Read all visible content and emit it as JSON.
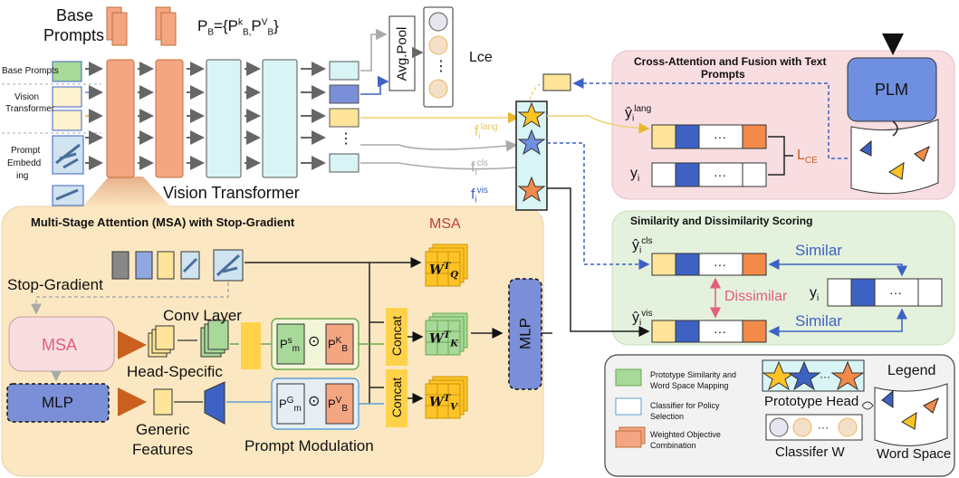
{
  "top": {
    "base_prompts_title_line1": "Base",
    "base_prompts_title_line2": "Prompts",
    "pb_formula": "PB={PkB,PVB}",
    "pb_p": "P",
    "pb_sub_b": "B",
    "pb_eq": "={P",
    "pb_sup_k": "k",
    "pb_sub_b2": "B,",
    "pb_p2": "P",
    "pb_sup_v": "V",
    "pb_sub_b3": "B",
    "pb_close": "}",
    "row_base_prompts": "Base Prompts",
    "row_vision_transformer_line1": "Vision",
    "row_vision_transformer_line2": "Transformer",
    "row_prompt_embedding_line1": "Prompt",
    "row_prompt_embedding_line2": "Embedd",
    "row_prompt_embedding_line3": "ing",
    "vit_label": "Vision Transformer",
    "avg_pool": "Avg.Pool",
    "lce": "Lce",
    "dots": "⋮",
    "f_lang": "f",
    "f_lang_sub": "i",
    "f_lang_sup": "lang",
    "f_cls": "f",
    "f_cls_sub": "i",
    "f_cls_sup": "cls",
    "f_vis": "f",
    "f_vis_sub": "i",
    "f_vis_sup": "vis"
  },
  "cross_attention": {
    "title_line1": "Cross-Attention and Fusion with Text",
    "title_line2": "Prompts",
    "plm": "PLM",
    "yhat_lang": "ŷ",
    "yhat_lang_sub": "i",
    "yhat_lang_sup": "lang",
    "y_i": "y",
    "y_i_sub": "i",
    "lce_label": "L",
    "lce_sub": "CE",
    "ellipsis": "···"
  },
  "similarity": {
    "title": "Similarity and Dissimilarity Scoring",
    "yhat_cls": "ŷ",
    "yhat_cls_sub": "i",
    "yhat_cls_sup": "cls",
    "yhat_vis": "ŷ",
    "yhat_vis_sub": "i",
    "yhat_vis_sup": "vis",
    "y_i": "y",
    "y_i_sub": "i",
    "similar_top": "Similar",
    "similar_bottom": "Similar",
    "dissimilar": "Dissimilar",
    "ellipsis": "···"
  },
  "msa": {
    "title": "Multi-Stage Attention (MSA) with Stop-Gradient",
    "msa_tag": "MSA",
    "stop_gradient": "Stop-Gradient",
    "msa_box": "MSA",
    "mlp_box": "MLP",
    "conv_layer": "Conv Layer",
    "head_specific": "Head-Specific",
    "generic_line1": "Generic",
    "generic_line2": "Features",
    "prompt_modulation": "Prompt Modulation",
    "concat_top": "Concat",
    "concat_bottom": "Concat",
    "mlp_right": "MLP",
    "ps": "P",
    "ps_sup": "s",
    "ps_sub": "m",
    "pkb": "P",
    "pkb_sup": "K",
    "pkb_sub": "B",
    "pg": "P",
    "pg_sup": "G",
    "pg_sub": "m",
    "pvb": "P",
    "pvb_sup": "V",
    "pvb_sub": "B",
    "odot": "⊙",
    "wq": "W",
    "wq_sup": "T",
    "wq_sub": "Q",
    "wk": "W",
    "wk_sup": "T",
    "wk_sub": "K",
    "wv": "W",
    "wv_sup": "T",
    "wv_sub": "V"
  },
  "legend": {
    "title": "Legend",
    "item1_line1": "Prototype Similarity and",
    "item1_line2": "Word Space Mapping",
    "item2_line1": "Classifier for Policy",
    "item2_line2": "Selection",
    "item3_line1": "Weighted Objective",
    "item3_line2": "Combination",
    "prototype_head": "Prototype Head",
    "classifier_w": "Classifer W",
    "word_space": "Word Space",
    "ellipsis": "···"
  },
  "colors": {
    "orange": "#F4A582",
    "orange_border": "#C0703A",
    "cyan": "#D9F4F4",
    "blue": "#7B8FD8",
    "yellow": "#FFE49A",
    "yellow_gold": "#FFD24A",
    "green": "#A8D89A",
    "pink_panel": "#F8DDE1",
    "green_panel": "#E4F1DD",
    "msa_panel": "#FBE8C2",
    "plm_blue": "#6F8FE0",
    "dark_blue": "#3D62C4",
    "legend_bg": "#F2F2F2"
  }
}
